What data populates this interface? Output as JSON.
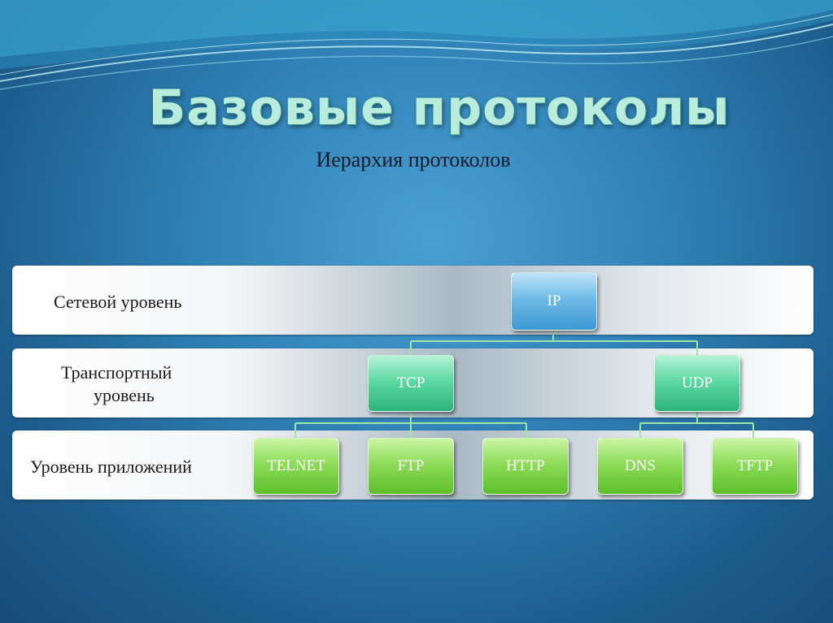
{
  "slide": {
    "title": "Базовые протоколы",
    "subtitle": "Иерархия протоколов"
  },
  "layers": {
    "network": "Сетевой уровень",
    "transport_line1": "Транспортный",
    "transport_line2": "уровень",
    "application": "Уровень приложений"
  },
  "nodes": {
    "ip": "IP",
    "tcp": "TCP",
    "udp": "UDP",
    "telnet": "TELNET",
    "ftp": "FTP",
    "http": "HTTP",
    "dns": "DNS",
    "tftp": "TFTP"
  },
  "colors": {
    "network_node": "#5fb2e2",
    "transport_node": "#4fcf98",
    "application_node": "#7fd24a",
    "connector": "#9be6a8",
    "title": "#b9ecdc"
  }
}
